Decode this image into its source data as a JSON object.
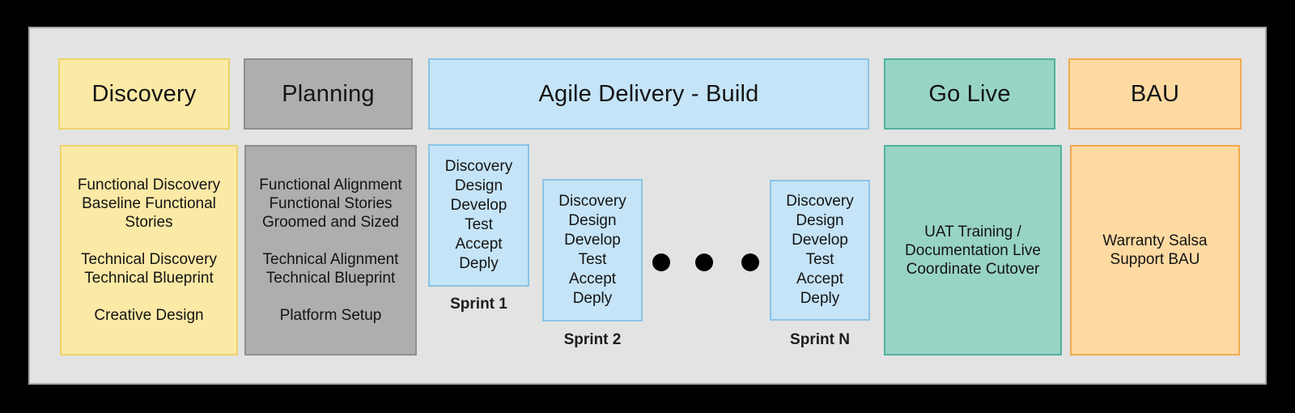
{
  "colors": {
    "frame": "#000000",
    "panel_bg": "#e3e3e3",
    "panel_border": "#a9a9a9",
    "discovery_fill": "#fbe9a6",
    "discovery_border": "#edd36b",
    "planning_fill": "#aeaeae",
    "planning_border": "#8e8e8e",
    "agile_fill": "#c5e4f7",
    "agile_border": "#8ac4e4",
    "golive_fill": "#98d4c5",
    "golive_border": "#4fb29d",
    "bau_fill": "#fddaa2",
    "bau_border": "#f3aa50",
    "ellipsis_dot": "#000000"
  },
  "phases": {
    "discovery": {
      "title": "Discovery",
      "lines": [
        "Functional Discovery",
        "Baseline Functional",
        "Stories",
        "",
        "Technical Discovery",
        "Technical Blueprint",
        "",
        "Creative Design"
      ]
    },
    "planning": {
      "title": "Planning",
      "lines": [
        "Functional Alignment",
        "Functional Stories",
        "Groomed and Sized",
        "",
        "Technical Alignment",
        "Technical Blueprint",
        "",
        "Platform Setup"
      ]
    },
    "agile": {
      "title": "Agile Delivery - Build"
    },
    "golive": {
      "title": "Go Live",
      "lines": [
        "UAT Training /",
        "Documentation Live",
        "Coordinate Cutover"
      ]
    },
    "bau": {
      "title": "BAU",
      "lines": [
        "Warranty Salsa",
        "Support BAU"
      ]
    }
  },
  "sprints": [
    {
      "label": "Sprint 1",
      "steps": [
        "Discovery",
        "Design",
        "Develop",
        "Test",
        "Accept",
        "Deply"
      ]
    },
    {
      "label": "Sprint 2",
      "steps": [
        "Discovery",
        "Design",
        "Develop",
        "Test",
        "Accept",
        "Deply"
      ]
    },
    {
      "label": "Sprint N",
      "steps": [
        "Discovery",
        "Design",
        "Develop",
        "Test",
        "Accept",
        "Deply"
      ]
    }
  ]
}
